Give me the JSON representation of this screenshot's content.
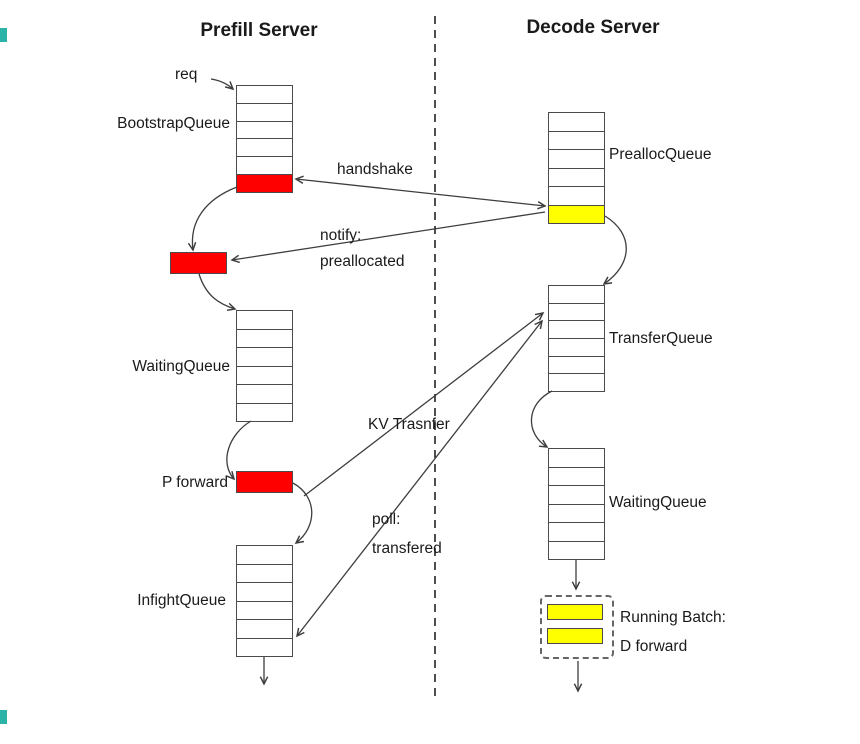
{
  "titles": {
    "prefill": "Prefill Server",
    "decode": "Decode Server"
  },
  "prefill": {
    "req_label": "req",
    "bootstrap_queue_label": "BootstrapQueue",
    "waiting_queue_label": "WaitingQueue",
    "p_forward_label": "P forward",
    "infight_queue_label": "InfightQueue"
  },
  "decode": {
    "prealloc_queue_label": "PreallocQueue",
    "transfer_queue_label": "TransferQueue",
    "waiting_queue_label": "WaitingQueue",
    "running_batch_line1": "Running Batch:",
    "running_batch_line2": "D forward"
  },
  "messages": {
    "handshake": "handshake",
    "notify_line1": "notify:",
    "notify_line2": "preallocated",
    "kv_transfer": "KV Trasnfer",
    "poll_line1": "poll:",
    "poll_line2": "transfered"
  },
  "colors": {
    "prefill_highlight": "#ff0000",
    "decode_highlight": "#ffff00",
    "line": "#3d3d3d"
  },
  "queues": {
    "bootstrap": {
      "rows": 6,
      "highlight_rows": [
        5
      ],
      "highlight_color": "#ff0000"
    },
    "prealloc": {
      "rows": 6,
      "highlight_rows": [
        5
      ],
      "highlight_color": "#ffff00"
    },
    "waiting_p": {
      "rows": 6,
      "highlight_rows": [],
      "highlight_color": ""
    },
    "transfer": {
      "rows": 6,
      "highlight_rows": [],
      "highlight_color": ""
    },
    "waiting_d": {
      "rows": 6,
      "highlight_rows": [],
      "highlight_color": ""
    },
    "infight": {
      "rows": 6,
      "highlight_rows": [],
      "highlight_color": ""
    }
  },
  "running_batch": {
    "cells": 2
  }
}
